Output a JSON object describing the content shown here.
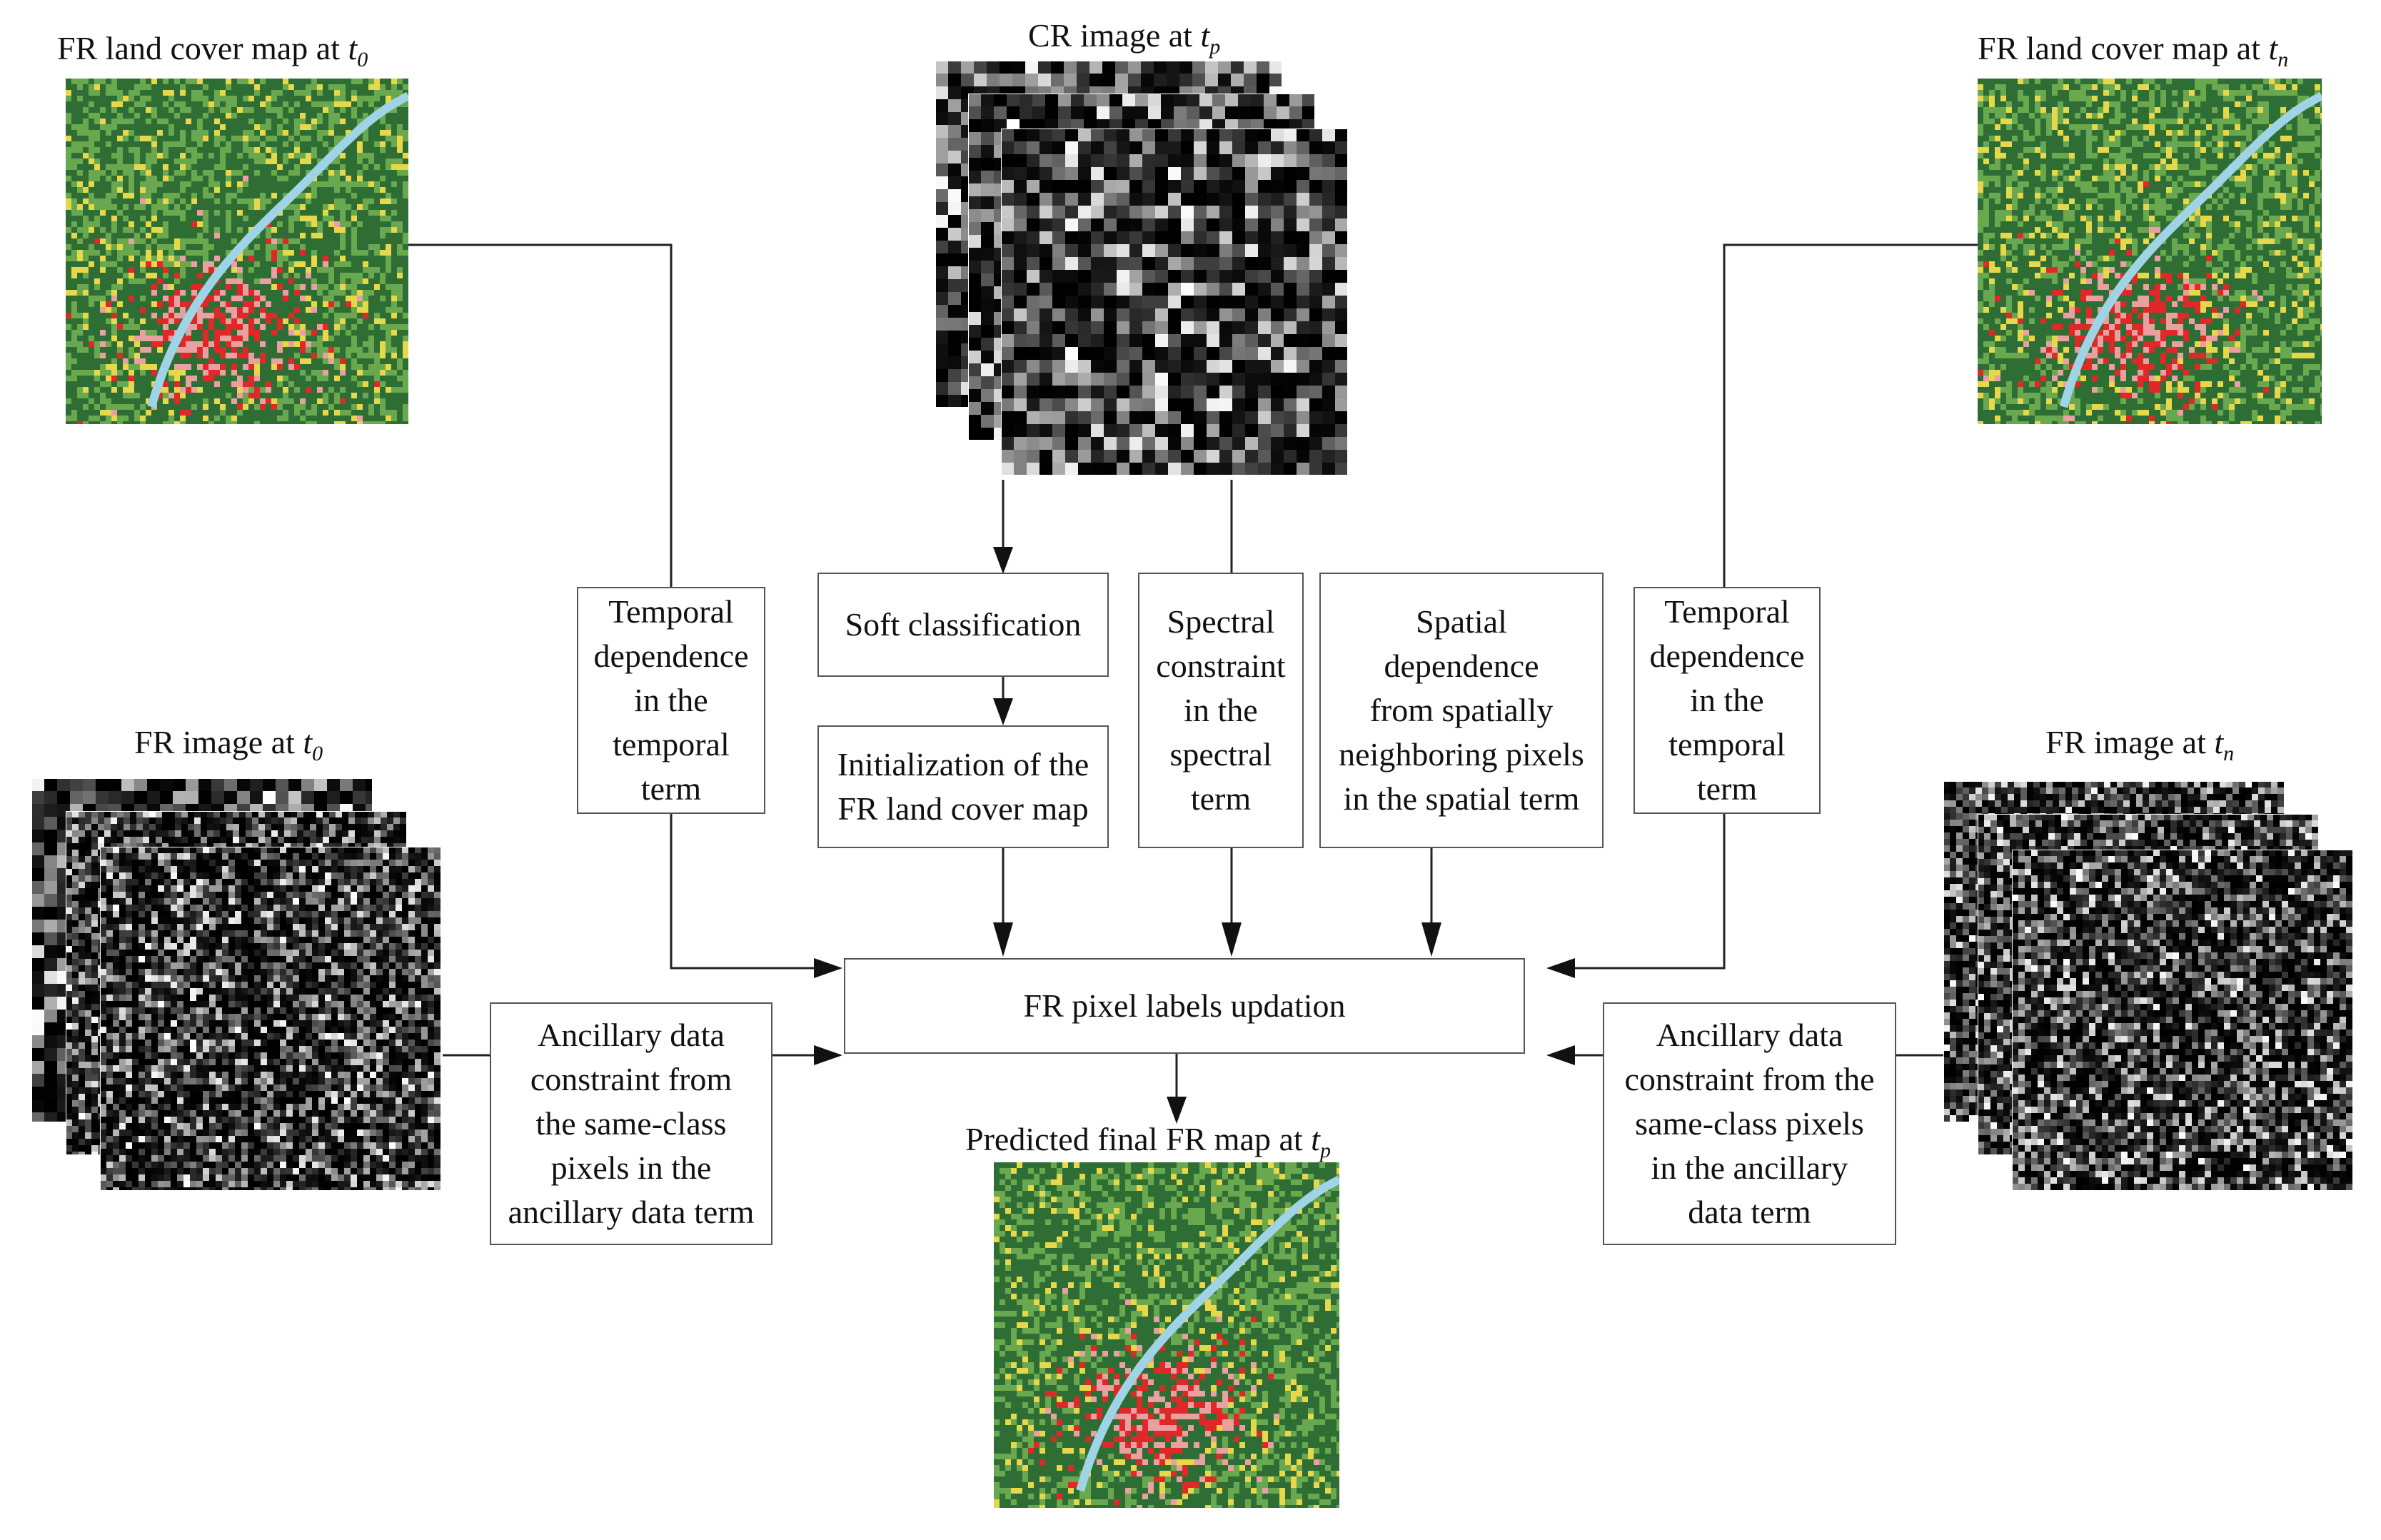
{
  "captions": {
    "fr_map_t0": {
      "text": "FR land cover map at ",
      "sub": "t0"
    },
    "cr_image_tp": {
      "text": "CR  image at ",
      "sub": "tp"
    },
    "fr_map_tn": {
      "text": "FR land cover map at ",
      "sub": "tn"
    },
    "fr_image_t0": {
      "text": "FR image at ",
      "sub": "t0"
    },
    "fr_image_tn": {
      "text": "FR image at ",
      "sub": "tn"
    },
    "predicted_map_tp": {
      "text": "Predicted final FR map at ",
      "sub": "tp"
    }
  },
  "boxes": {
    "temporal_left": "Temporal\ndependence\nin the\ntemporal\nterm",
    "soft_classification": "Soft classification",
    "initialization": "Initialization of the\nFR land cover map",
    "spectral": "Spectral\nconstraint\nin the\nspectral\nterm",
    "spatial": "Spatial\ndependence\nfrom spatially\nneighboring pixels\nin the spatial term",
    "temporal_right": "Temporal\ndependence\nin the\ntemporal\nterm",
    "update": "FR pixel labels updation",
    "ancillary_left": "Ancillary data\nconstraint from\nthe same-class\npixels in the\nancillary data term",
    "ancillary_right": "Ancillary data\nconstraint from the\nsame-class pixels\nin the ancillary\ndata term"
  },
  "colors": {
    "forest": "#2e6e35",
    "grass": "#6aa84f",
    "urban": "#e02828",
    "urban_light": "#e8a0a0",
    "crop": "#e6d84a",
    "water": "#9fd3e6",
    "line": "#222222"
  }
}
